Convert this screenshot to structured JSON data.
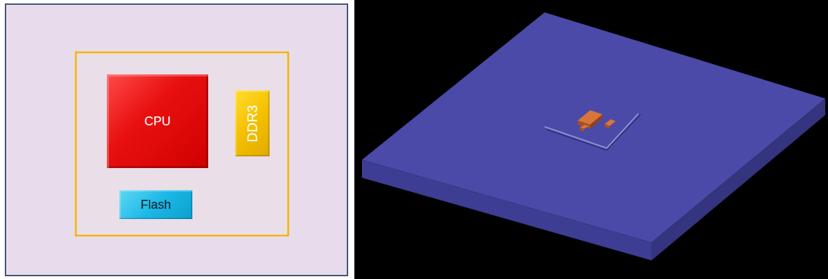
{
  "diagram": {
    "nodes": [
      {
        "text": [
          "CPU"
        ]
      },
      {
        "text": [
          "DDR3"
        ]
      },
      {
        "text": [
          "Flash"
        ]
      }
    ]
  }
}
